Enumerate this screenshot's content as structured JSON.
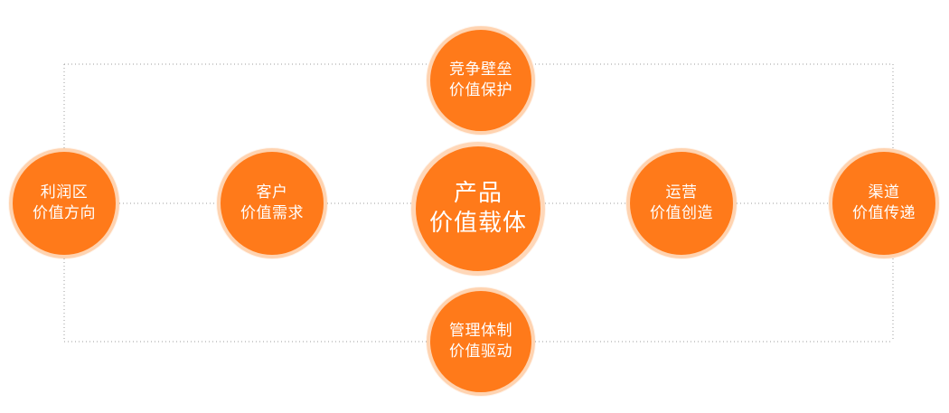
{
  "diagram": {
    "accent_color": "#ff7a1a",
    "ring_color": "#ffd3b0",
    "connector_color": "#9e9e9e",
    "connector_style": "dotted",
    "nodes": {
      "top": {
        "line1": "竞争壁垒",
        "line2": "价值保护"
      },
      "left": {
        "line1": "利润区",
        "line2": "价值方向"
      },
      "customer": {
        "line1": "客户",
        "line2": "价值需求"
      },
      "center": {
        "line1": "产品",
        "line2": "价值载体"
      },
      "operation": {
        "line1": "运营",
        "line2": "价值创造"
      },
      "right": {
        "line1": "渠道",
        "line2": "价值传递"
      },
      "bottom": {
        "line1": "管理体制",
        "line2": "价值驱动"
      }
    }
  }
}
